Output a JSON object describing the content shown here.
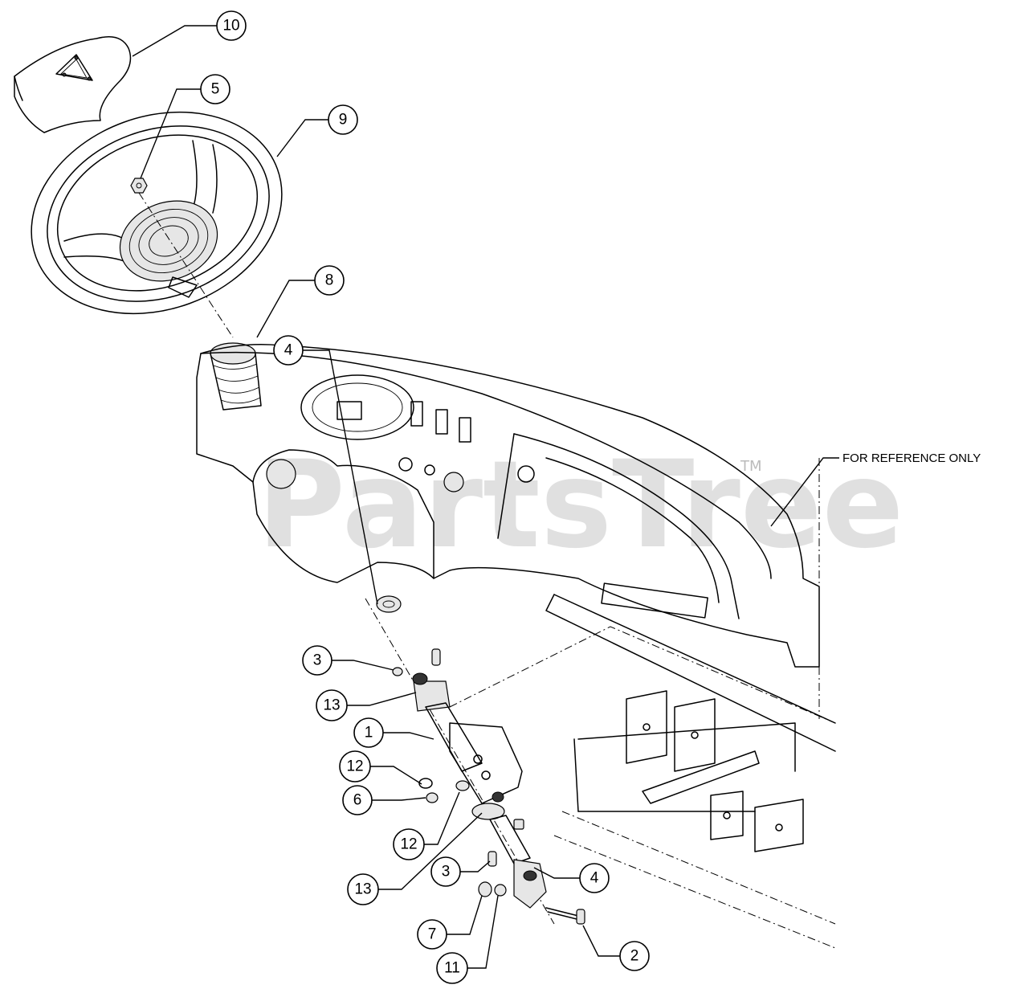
{
  "watermark": {
    "text": "PartsTree",
    "trademark": "TM"
  },
  "reference_note": "FOR REFERENCE ONLY",
  "callouts": [
    {
      "id": "c10",
      "label": "10"
    },
    {
      "id": "c5",
      "label": "5"
    },
    {
      "id": "c9",
      "label": "9"
    },
    {
      "id": "c8",
      "label": "8"
    },
    {
      "id": "c4a",
      "label": "4"
    },
    {
      "id": "c3a",
      "label": "3"
    },
    {
      "id": "c13a",
      "label": "13"
    },
    {
      "id": "c1",
      "label": "1"
    },
    {
      "id": "c12a",
      "label": "12"
    },
    {
      "id": "c6",
      "label": "6"
    },
    {
      "id": "c12b",
      "label": "12"
    },
    {
      "id": "c13b",
      "label": "13"
    },
    {
      "id": "c3b",
      "label": "3"
    },
    {
      "id": "c4b",
      "label": "4"
    },
    {
      "id": "c7",
      "label": "7"
    },
    {
      "id": "c11",
      "label": "11"
    },
    {
      "id": "c2",
      "label": "2"
    }
  ]
}
